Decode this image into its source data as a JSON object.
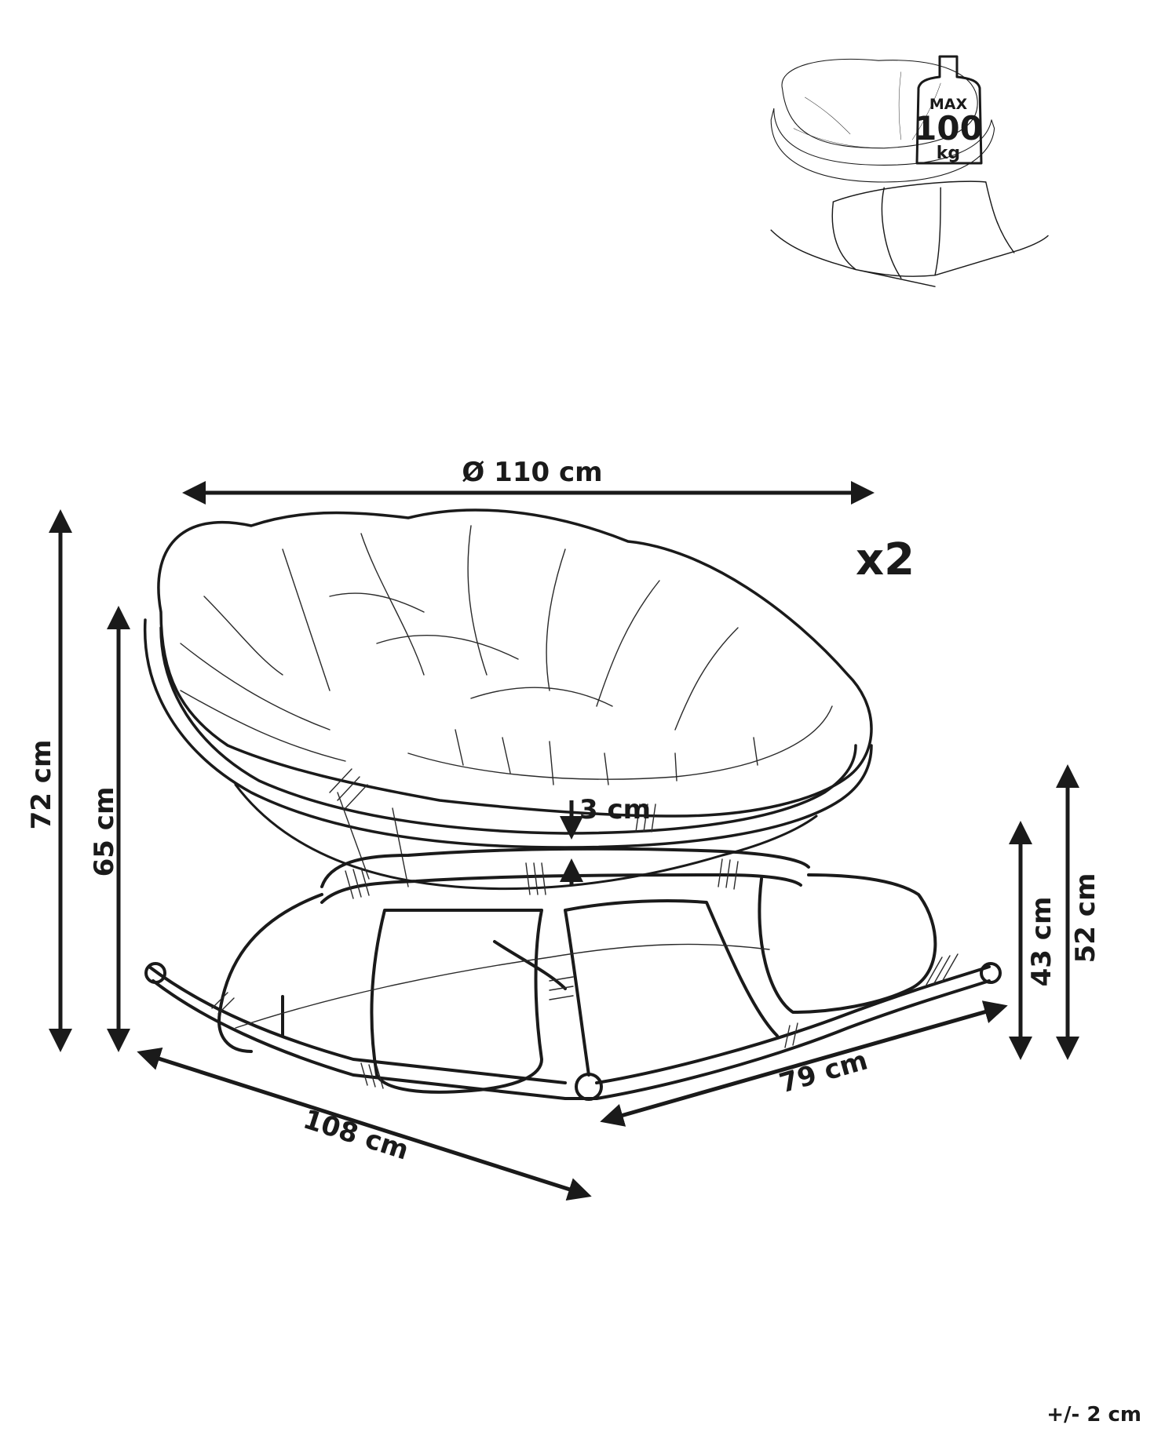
{
  "weight_badge": {
    "top": "MAX",
    "value": "100",
    "unit": "kg"
  },
  "quantity": "x2",
  "dimensions": {
    "diameter": "Ø 110 cm",
    "total_height": "72 cm",
    "seat_back_height": "65 cm",
    "cushion_thickness": "3 cm",
    "depth_left": "108 cm",
    "depth_right": "79 cm",
    "seat_height": "43 cm",
    "armrest_height": "52 cm"
  },
  "tolerance": "+/- 2 cm"
}
